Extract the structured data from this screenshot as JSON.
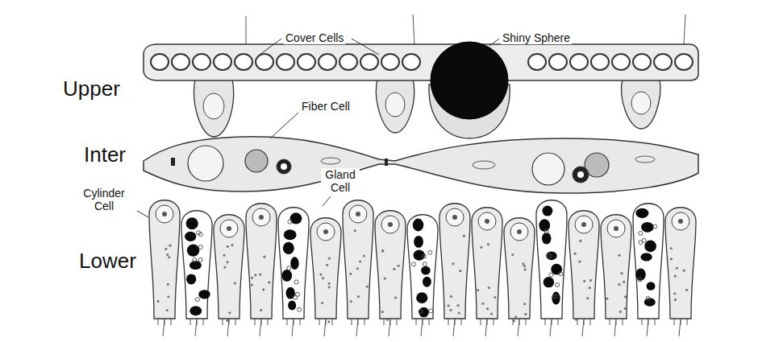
{
  "diagram": {
    "labels": [
      "Cover Cells",
      "Shiny Sphere",
      "Upper",
      "Fiber Cell",
      "Inter",
      "Gland Cell",
      "Cylinder Cell",
      "Lower"
    ]
  }
}
